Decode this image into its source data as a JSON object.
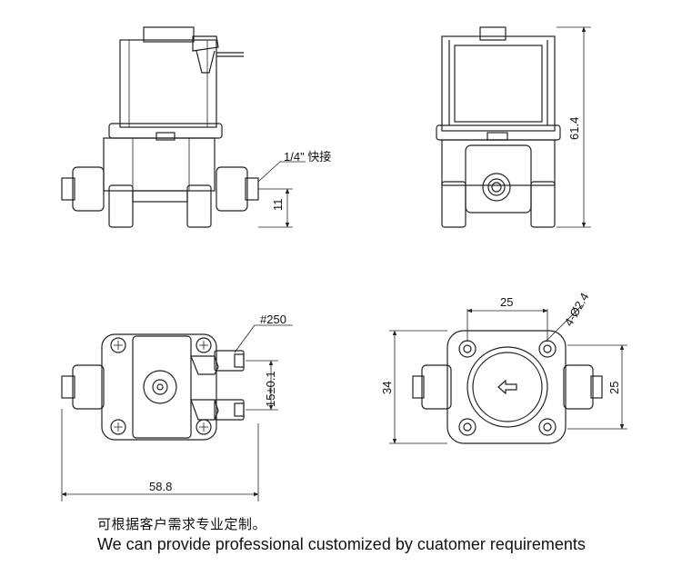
{
  "dimensions": {
    "fitting": "1/4\" 快接",
    "height_11": "11",
    "height_61_4": "61.4",
    "wire": "#250",
    "pin_spacing": "15±0.1",
    "width_58_8": "58.8",
    "hole_spacing_25": "25",
    "holes": "4-Ø2.4",
    "width_34": "34",
    "height_25": "25"
  },
  "notes": {
    "chinese": "可根据客户需求专业定制。",
    "english": "We can provide professional customized by cuatomer requirements"
  }
}
